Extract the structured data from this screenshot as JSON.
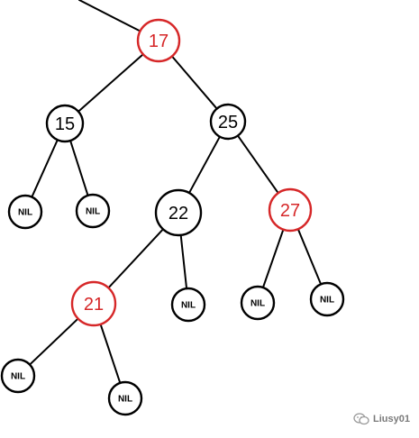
{
  "colors": {
    "red": "#d62728",
    "black": "#000000"
  },
  "tree": {
    "nodes": [
      {
        "id": "n17",
        "label": "17",
        "color": "red"
      },
      {
        "id": "n15",
        "label": "15",
        "color": "black"
      },
      {
        "id": "n25",
        "label": "25",
        "color": "black"
      },
      {
        "id": "n22",
        "label": "22",
        "color": "black"
      },
      {
        "id": "n27",
        "label": "27",
        "color": "red"
      },
      {
        "id": "n21",
        "label": "21",
        "color": "red"
      },
      {
        "id": "nil1",
        "label": "NIL",
        "color": "black"
      },
      {
        "id": "nil2",
        "label": "NIL",
        "color": "black"
      },
      {
        "id": "nil3",
        "label": "NIL",
        "color": "black"
      },
      {
        "id": "nil4",
        "label": "NIL",
        "color": "black"
      },
      {
        "id": "nil5",
        "label": "NIL",
        "color": "black"
      },
      {
        "id": "nil6",
        "label": "NIL",
        "color": "black"
      },
      {
        "id": "nil7",
        "label": "NIL",
        "color": "black"
      }
    ],
    "edges": [
      {
        "from": "parent",
        "to": "n17"
      },
      {
        "from": "n17",
        "to": "n15"
      },
      {
        "from": "n17",
        "to": "n25"
      },
      {
        "from": "n15",
        "to": "nil1"
      },
      {
        "from": "n15",
        "to": "nil2"
      },
      {
        "from": "n25",
        "to": "n22"
      },
      {
        "from": "n25",
        "to": "n27"
      },
      {
        "from": "n22",
        "to": "n21"
      },
      {
        "from": "n22",
        "to": "nil3"
      },
      {
        "from": "n27",
        "to": "nil4"
      },
      {
        "from": "n27",
        "to": "nil5"
      },
      {
        "from": "n21",
        "to": "nil6"
      },
      {
        "from": "n21",
        "to": "nil7"
      }
    ]
  },
  "watermark": {
    "text": "Liusy01",
    "icon": "wechat-icon"
  }
}
